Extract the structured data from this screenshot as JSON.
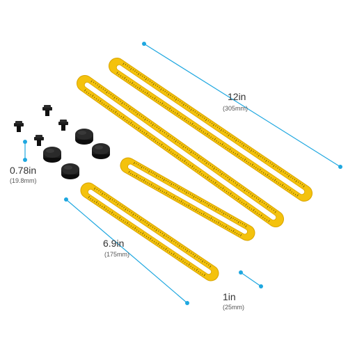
{
  "colors": {
    "ruler_fill": "#F4C20D",
    "ruler_edge": "#D9A400",
    "ruler_marks": "#3A2E00",
    "dimension_line": "#1EA7E0",
    "knob": "#1C1C1C",
    "background": "#FFFFFF"
  },
  "icons": {
    "knob": "black-thumbscrew-knob",
    "pin": "black-pin-connector"
  },
  "dimensions": {
    "long_length": {
      "imperial": "12in",
      "metric": "(305mm)"
    },
    "short_length": {
      "imperial": "6.9in",
      "metric": "(175mm)"
    },
    "width": {
      "imperial": "1in",
      "metric": "(25mm)"
    },
    "knob_size": {
      "imperial": "0.78in",
      "metric": "(19.8mm)"
    }
  }
}
